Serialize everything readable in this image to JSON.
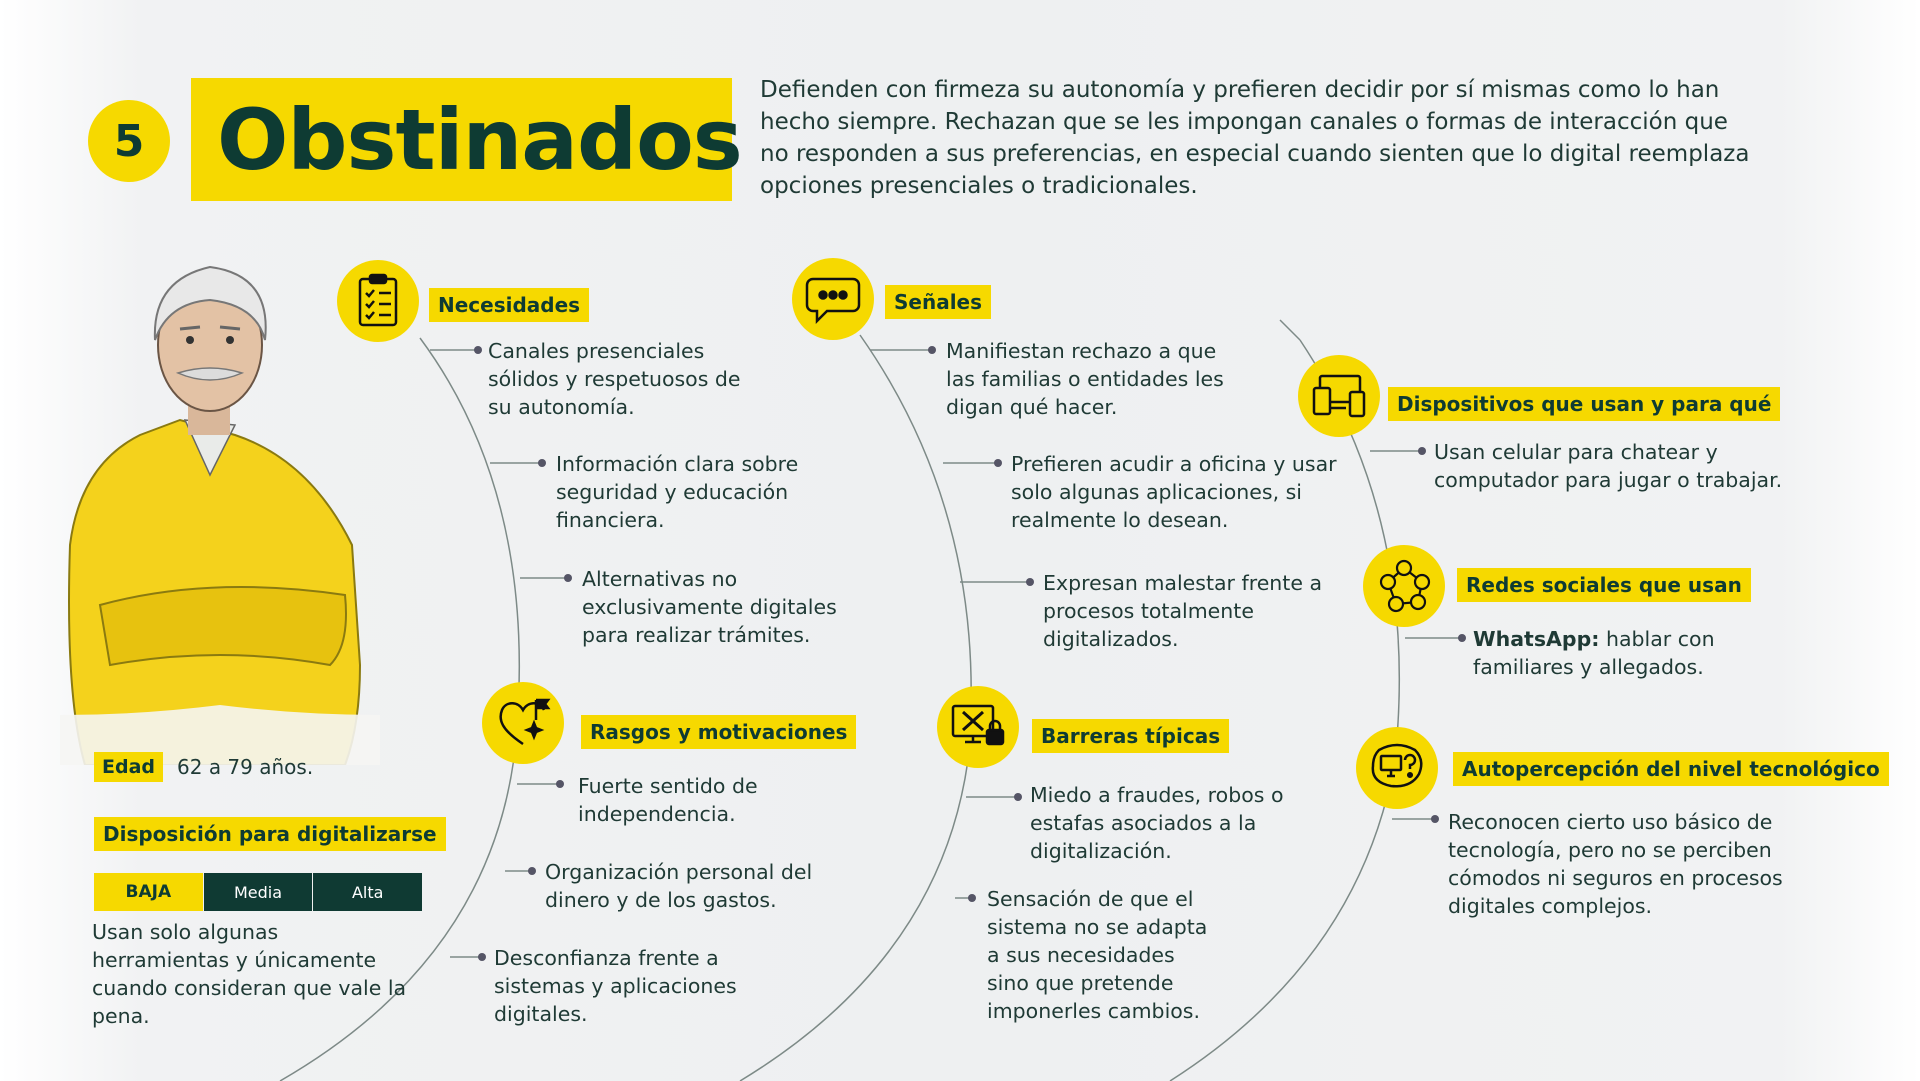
{
  "header": {
    "number": "5",
    "title": "Obstinados",
    "intro": "Defienden con firmeza su autonomía y prefieren decidir por sí mismas como lo han hecho siempre. Rechazan que se les impongan canales o formas de interacción que no responden a sus preferencias, en especial cuando sienten que lo digital reemplaza opciones presenciales o tradicionales."
  },
  "profile": {
    "age_label": "Edad",
    "age_value": "62 a 79 años.",
    "disposition_label": "Disposición para digitalizarse",
    "scale": [
      "BAJA",
      "Media",
      "Alta"
    ],
    "scale_active": "BAJA",
    "disposition_text": "Usan solo algunas herramientas y únicamente cuando consideran que vale la pena."
  },
  "necesidades": {
    "label": "Necesidades",
    "icon": "checklist-icon",
    "items": [
      "Canales presenciales sólidos y respetuosos de su autonomía.",
      "Información clara sobre seguridad y educación financiera.",
      "Alternativas no exclusivamente digitales para realizar trámites."
    ]
  },
  "rasgos": {
    "label": "Rasgos y motivaciones",
    "icon": "heart-flag-icon",
    "items": [
      "Fuerte sentido de independencia.",
      "Organización personal del dinero y de los gastos.",
      "Desconfianza frente a sistemas y aplicaciones digitales."
    ]
  },
  "senales": {
    "label": "Señales",
    "icon": "speech-bubble-icon",
    "items": [
      "Manifiestan rechazo a que las familias o entidades les digan qué hacer.",
      "Prefieren acudir a oficina y usar solo algunas aplicaciones, si realmente lo desean.",
      "Expresan malestar frente a procesos totalmente digitalizados."
    ]
  },
  "barreras": {
    "label": "Barreras típicas",
    "icon": "blocked-screen-lock-icon",
    "items": [
      "Miedo a fraudes, robos o estafas asociados a la digitalización.",
      "Sensación de que el sistema no se adapta a sus necesidades sino que pretende imponerles cambios."
    ]
  },
  "dispositivos": {
    "label": "Dispositivos que usan y para qué",
    "icon": "devices-icon",
    "items": [
      "Usan celular para chatear y computador para jugar o trabajar."
    ]
  },
  "redes": {
    "label": "Redes sociales que usan",
    "icon": "network-people-icon",
    "items": [
      {
        "bold": "WhatsApp:",
        "text": " hablar con familiares y allegados."
      }
    ]
  },
  "autopercepcion": {
    "label": "Autopercepción del nivel tecnológico",
    "icon": "screen-question-icon",
    "items": [
      "Reconocen cierto uso básico de tecnología, pero no se perciben cómodos ni seguros en procesos digitales complejos."
    ]
  },
  "colors": {
    "yellow": "#f6d900",
    "dark_green": "#0e3b33",
    "text": "#1f3a35",
    "line": "#6b7b77"
  }
}
